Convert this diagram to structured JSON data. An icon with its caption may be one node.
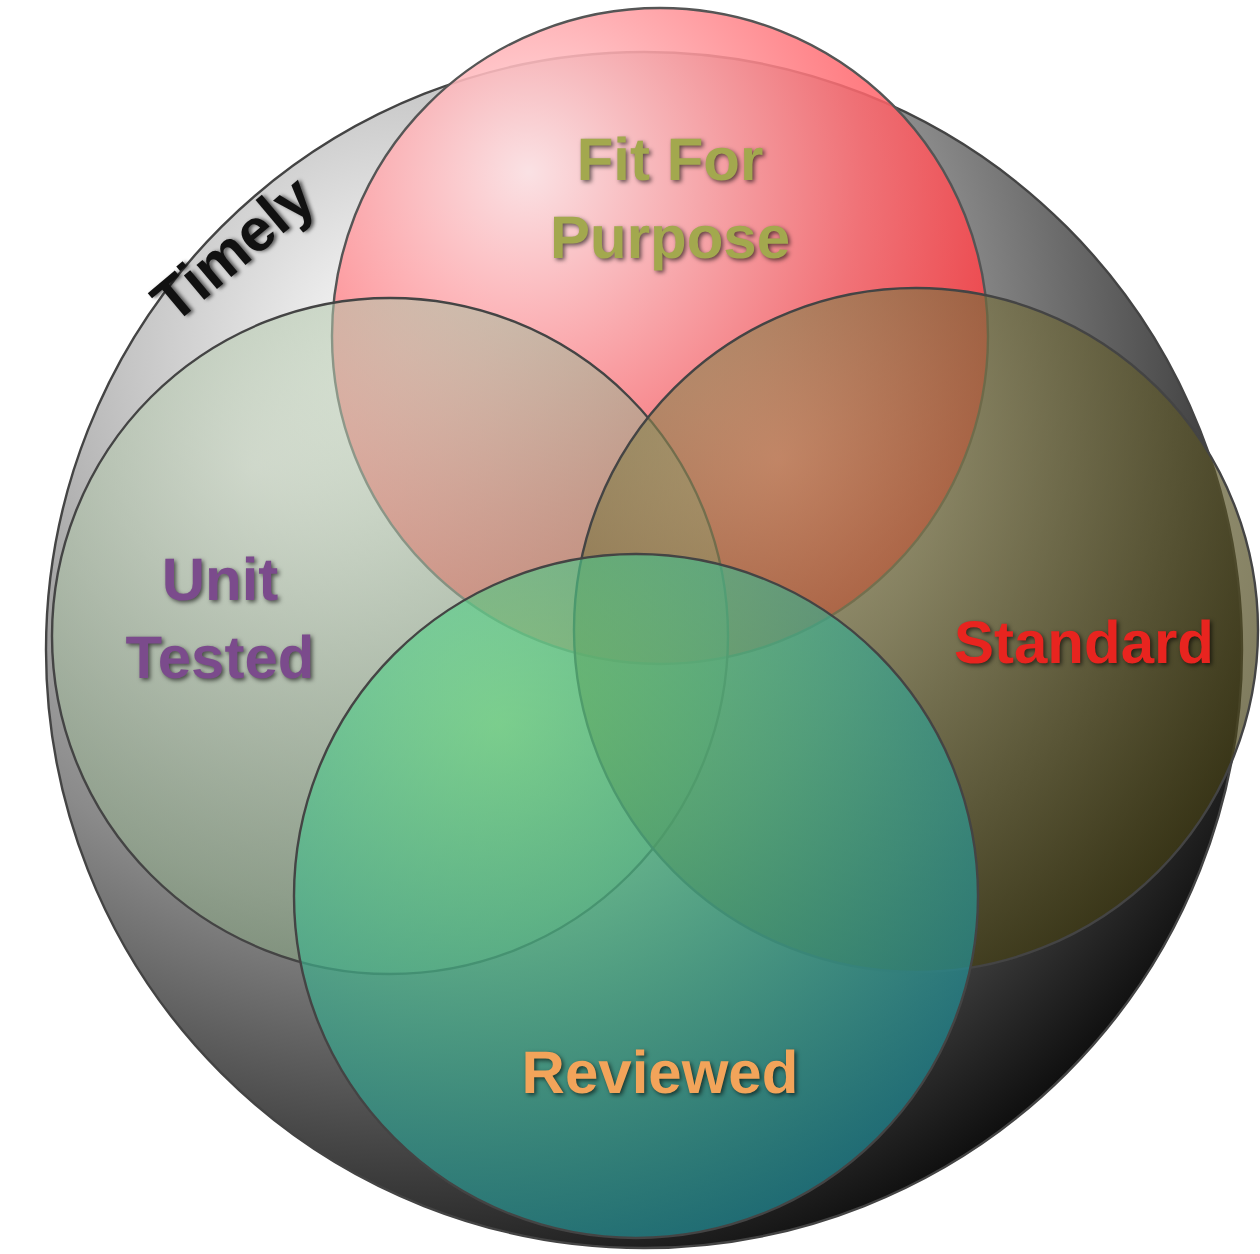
{
  "diagram": {
    "nodes": [
      {
        "text": [
          "Timely"
        ]
      },
      {
        "text": [
          "Fit For Purpose"
        ],
        "in": 0
      },
      {
        "text": [
          "Unit Tested"
        ],
        "in": 0
      },
      {
        "text": [
          "Standard"
        ],
        "in": 0
      },
      {
        "text": [
          "Reviewed"
        ],
        "in": 0
      }
    ]
  }
}
